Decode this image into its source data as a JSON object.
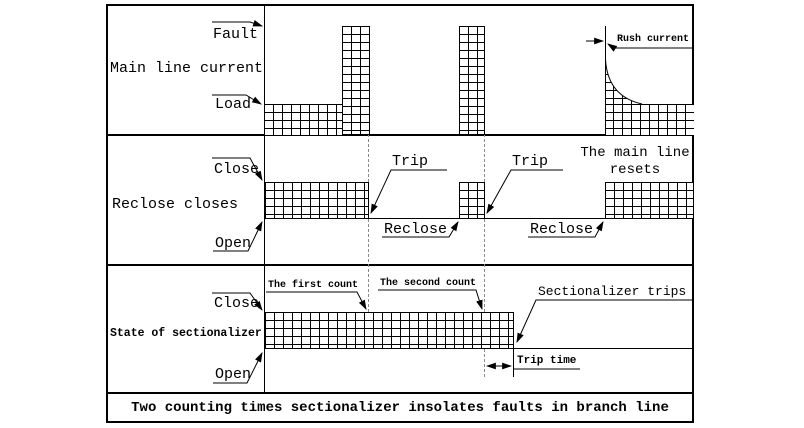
{
  "figure": {
    "caption": "Two counting times sectionalizer insolates faults in branch line"
  },
  "colors": {
    "line": "#000000",
    "background": "#ffffff",
    "dashed_guide": "#8a8a8a"
  },
  "main_line_current_panel": {
    "row_label": "Main line current",
    "fault_level_label": "Fault",
    "load_level_label": "Load",
    "rush_current_label": "Rush current"
  },
  "recloser_panel": {
    "row_label": "Reclose closes",
    "close_level_label": "Close",
    "open_level_label": "Open",
    "first_trip_label": "Trip",
    "second_trip_label": "Trip",
    "first_reclose_label": "Reclose",
    "second_reclose_label": "Reclose",
    "main_line_resets_line1": "The main line",
    "main_line_resets_line2": "resets"
  },
  "sectionalizer_panel": {
    "row_label": "State of sectionalizer",
    "close_level_label": "Close",
    "open_level_label": "Open",
    "first_count_label": "The first count",
    "second_count_label": "The second count",
    "trips_label": "Sectionalizer trips",
    "trip_time_label": "Trip time"
  }
}
